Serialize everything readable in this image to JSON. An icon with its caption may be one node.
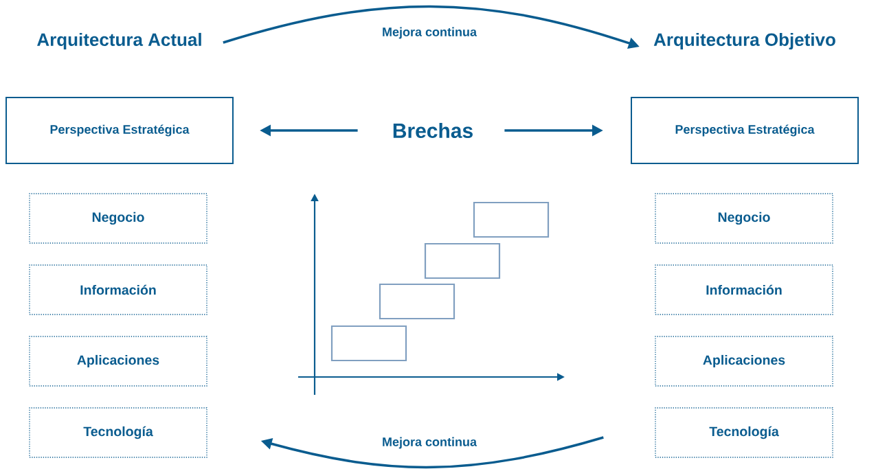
{
  "diagram": {
    "nodes": [
      {
        "text": [
          "Arquitectura Actual"
        ]
      },
      {
        "text": [
          "Arquitectura Objetivo"
        ]
      },
      {
        "text": [
          "Perspectiva Estratégica"
        ]
      },
      {
        "text": [
          "Brechas"
        ]
      },
      {
        "text": [
          "Perspectiva Estratégica"
        ]
      },
      {
        "text": [
          "Negocio"
        ]
      },
      {
        "text": [
          "Información"
        ]
      },
      {
        "text": [
          "Aplicaciones"
        ]
      },
      {
        "text": [
          "Tecnología"
        ]
      },
      {
        "text": [
          "Negocio"
        ]
      },
      {
        "text": [
          "Información"
        ]
      },
      {
        "text": [
          "Aplicaciones"
        ]
      },
      {
        "text": [
          "Tecnología"
        ]
      },
      {
        "text": [],
        "shape": "box"
      },
      {
        "text": [],
        "shape": "box"
      },
      {
        "text": [],
        "shape": "box"
      },
      {
        "text": [],
        "shape": "box"
      }
    ],
    "edges": [
      {
        "from": 0,
        "to": 1,
        "arrow": "to",
        "label": "Mejora continua"
      },
      {
        "from": 3,
        "to": 2,
        "arrow": "to"
      },
      {
        "from": 3,
        "to": 4,
        "arrow": "to"
      },
      {
        "from": 12,
        "to": 8,
        "arrow": "to",
        "label": "Mejora continua"
      }
    ]
  }
}
